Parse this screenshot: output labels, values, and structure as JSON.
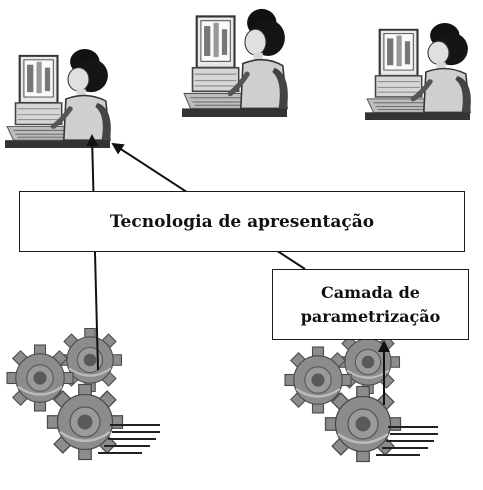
{
  "presentation_layer": {
    "label": "Tecnologia de apresentação"
  },
  "parameterization_layer": {
    "line1": "Camada de",
    "line2": "parametrização"
  },
  "users": [
    {
      "icon": "user-at-computer-icon"
    },
    {
      "icon": "user-at-computer-icon"
    },
    {
      "icon": "user-at-computer-icon"
    }
  ],
  "gear_clusters": [
    {
      "icon": "gears-icon"
    },
    {
      "icon": "gears-icon"
    }
  ],
  "colors": {
    "ink": "#1a1a1a",
    "skin": "#d9d9d9",
    "screen": "#f2f2f2",
    "gear": "#8c8c8c"
  }
}
